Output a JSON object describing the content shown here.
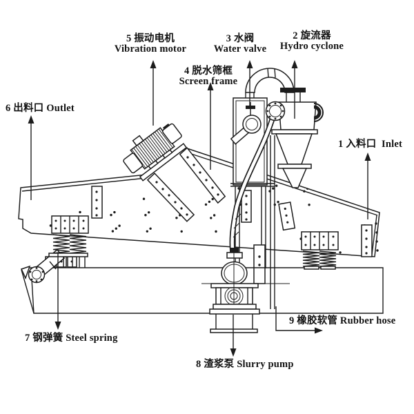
{
  "diagram": {
    "title_hidden": "",
    "colors": {
      "line": "#1c1c1c",
      "background": "#ffffff"
    },
    "parts": [
      {
        "num": "1",
        "zh": "入料口",
        "en": "Inlet"
      },
      {
        "num": "2",
        "zh": "旋流器",
        "en": "Hydro cyclone"
      },
      {
        "num": "3",
        "zh": "水阀",
        "en": "Water valve"
      },
      {
        "num": "4",
        "zh": "脱水筛框",
        "en": "Screen frame"
      },
      {
        "num": "5",
        "zh": "振动电机",
        "en": "Vibration motor"
      },
      {
        "num": "6",
        "zh": "出料口",
        "en": "Outlet"
      },
      {
        "num": "7",
        "zh": "钢弹簧",
        "en": "Steel spring"
      },
      {
        "num": "8",
        "zh": "渣浆泵",
        "en": "Slurry pump"
      },
      {
        "num": "9",
        "zh": "橡胶软管",
        "en": "Rubber hose"
      }
    ]
  }
}
